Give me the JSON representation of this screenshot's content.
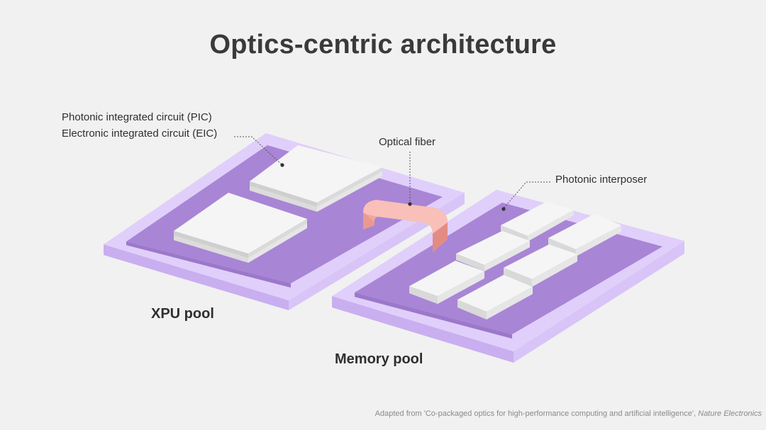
{
  "title": "Optics-centric architecture",
  "labels": {
    "pic": "Photonic integrated circuit (PIC)",
    "eic": "Electronic integrated circuit (EIC)",
    "optical_fiber": "Optical fiber",
    "photonic_interposer": "Photonic interposer",
    "xpu_pool": "XPU pool",
    "memory_pool": "Memory pool"
  },
  "credit": {
    "text": "Adapted from 'Co-packaged optics for high-performance computing and artificial intelligence', ",
    "source": "Nature Electronics"
  },
  "colors": {
    "background": "#f1f1f1",
    "frame_light": "#dcc8f8",
    "interposer_purple": "#ab88d8",
    "chip_white": "#f4f4f4",
    "fiber": "#f0a29a"
  }
}
